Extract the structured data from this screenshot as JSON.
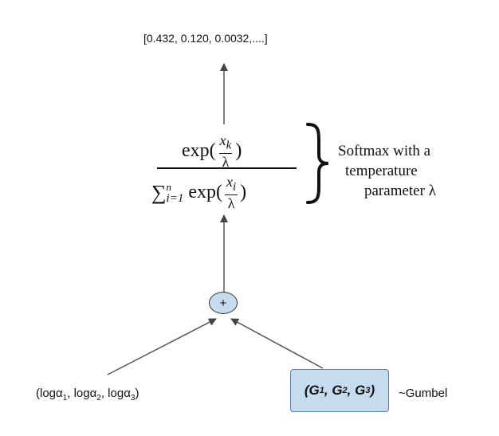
{
  "output": {
    "vector": "[0.432, 0.120, 0.0032,....]"
  },
  "formula": {
    "num_exp": "exp(",
    "num_top": "x",
    "num_top_sub": "k",
    "num_bottom": "λ",
    "num_close": ")",
    "den_sigma": "∑",
    "den_sup": "n",
    "den_sub": "i=1",
    "den_exp": "exp(",
    "den_top": "x",
    "den_top_sub": "i",
    "den_bottom": "λ",
    "den_close": ")"
  },
  "label": {
    "line1": "Softmax with a",
    "line2": "temperature",
    "line3": "parameter λ"
  },
  "plus": {
    "symbol": "+"
  },
  "inputs": {
    "logits_open": "(log",
    "alpha": "α",
    "sub1": "1",
    "sep": ", log",
    "sub2": "2",
    "sub3": "3",
    "close": ")"
  },
  "gumbel": {
    "open": "(G",
    "s1": "1",
    "c2": " , G",
    "s2": "2",
    "c3": ", G",
    "s3": "3",
    "close": ")",
    "label": "~Gumbel"
  }
}
